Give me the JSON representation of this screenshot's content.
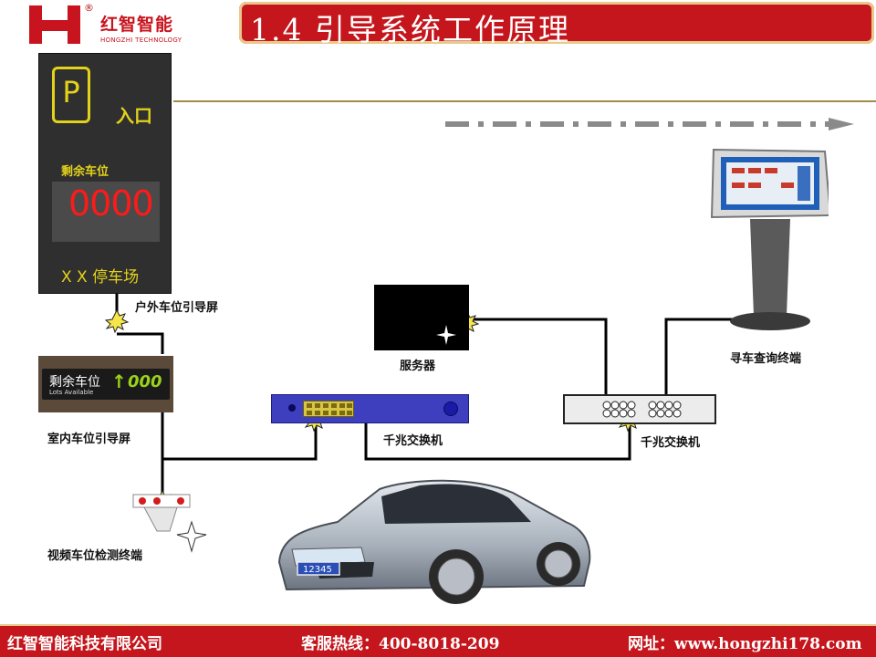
{
  "header": {
    "logo_mark": "®",
    "logo_cn": "红智智能",
    "logo_en": "HONGZHI TECHNOLOGY",
    "title": "1.4  引导系统工作原理"
  },
  "outdoor_sign": {
    "p": "P",
    "entrance": "入口",
    "remain_label": "剩余车位",
    "count": "0000",
    "lot_name": "X X 停车场"
  },
  "indoor_sign": {
    "remain": "剩余车位",
    "sub": "Lots Available",
    "arrow": "↑",
    "count": "000"
  },
  "labels": {
    "outdoor": "户外车位引导屏",
    "indoor": "室内车位引导屏",
    "detector": "视频车位检测终端",
    "server": "服务器",
    "switch1": "千兆交换机",
    "switch2": "千兆交换机",
    "kiosk": "寻车查询终端"
  },
  "car": {
    "plate": "12345"
  },
  "footer": {
    "company": "红智智能科技有限公司",
    "hotline": "客服热线：400-8018-209",
    "website": "网址：www.hongzhi178.com"
  },
  "colors": {
    "brand_red": "#c4161c",
    "sign_yellow": "#e3d21a",
    "switch_blue": "#3d3fbf"
  }
}
